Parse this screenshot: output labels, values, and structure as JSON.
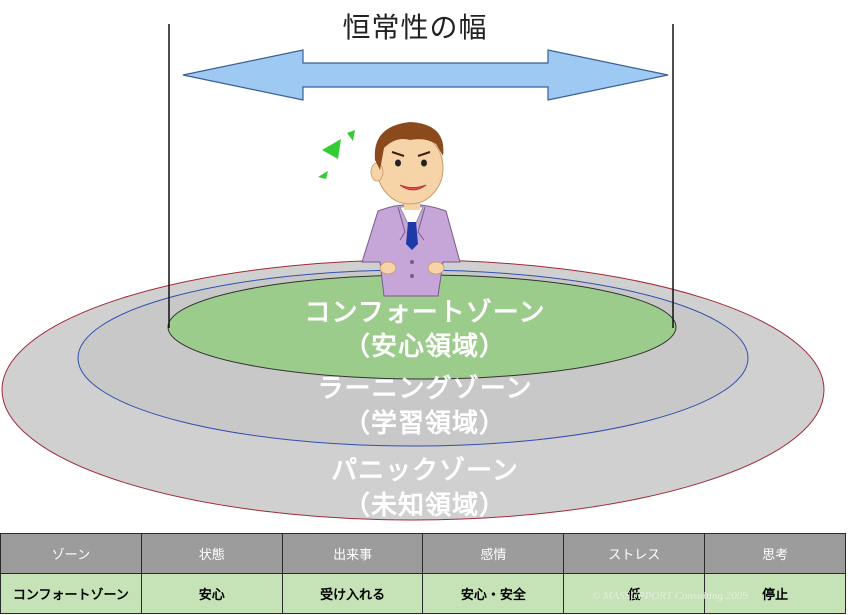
{
  "title": "恒常性の幅",
  "zones": [
    {
      "name": "コンフォートゾーン",
      "sub": "（安心領域）"
    },
    {
      "name": "ラーニングゾーン",
      "sub": "（学習領域）"
    },
    {
      "name": "パニックゾーン",
      "sub": "（未知領域）"
    }
  ],
  "table": {
    "headers": [
      "ゾーン",
      "状態",
      "出来事",
      "感情",
      "ストレス",
      "思考"
    ],
    "row": [
      "コンフォートゾーン",
      "安心",
      "受け入れる",
      "安心・安全",
      "低",
      "停止"
    ]
  },
  "watermark": "© MASSUPPORT Consulting 2009",
  "colors": {
    "comfort": "#9ccc8c",
    "learning": "#c8c8c8",
    "panic": "#d0d0d0",
    "arrow": "#9ec9f3",
    "header_bg": "#9c9c9c",
    "row_bg": "#c6e2b7"
  }
}
